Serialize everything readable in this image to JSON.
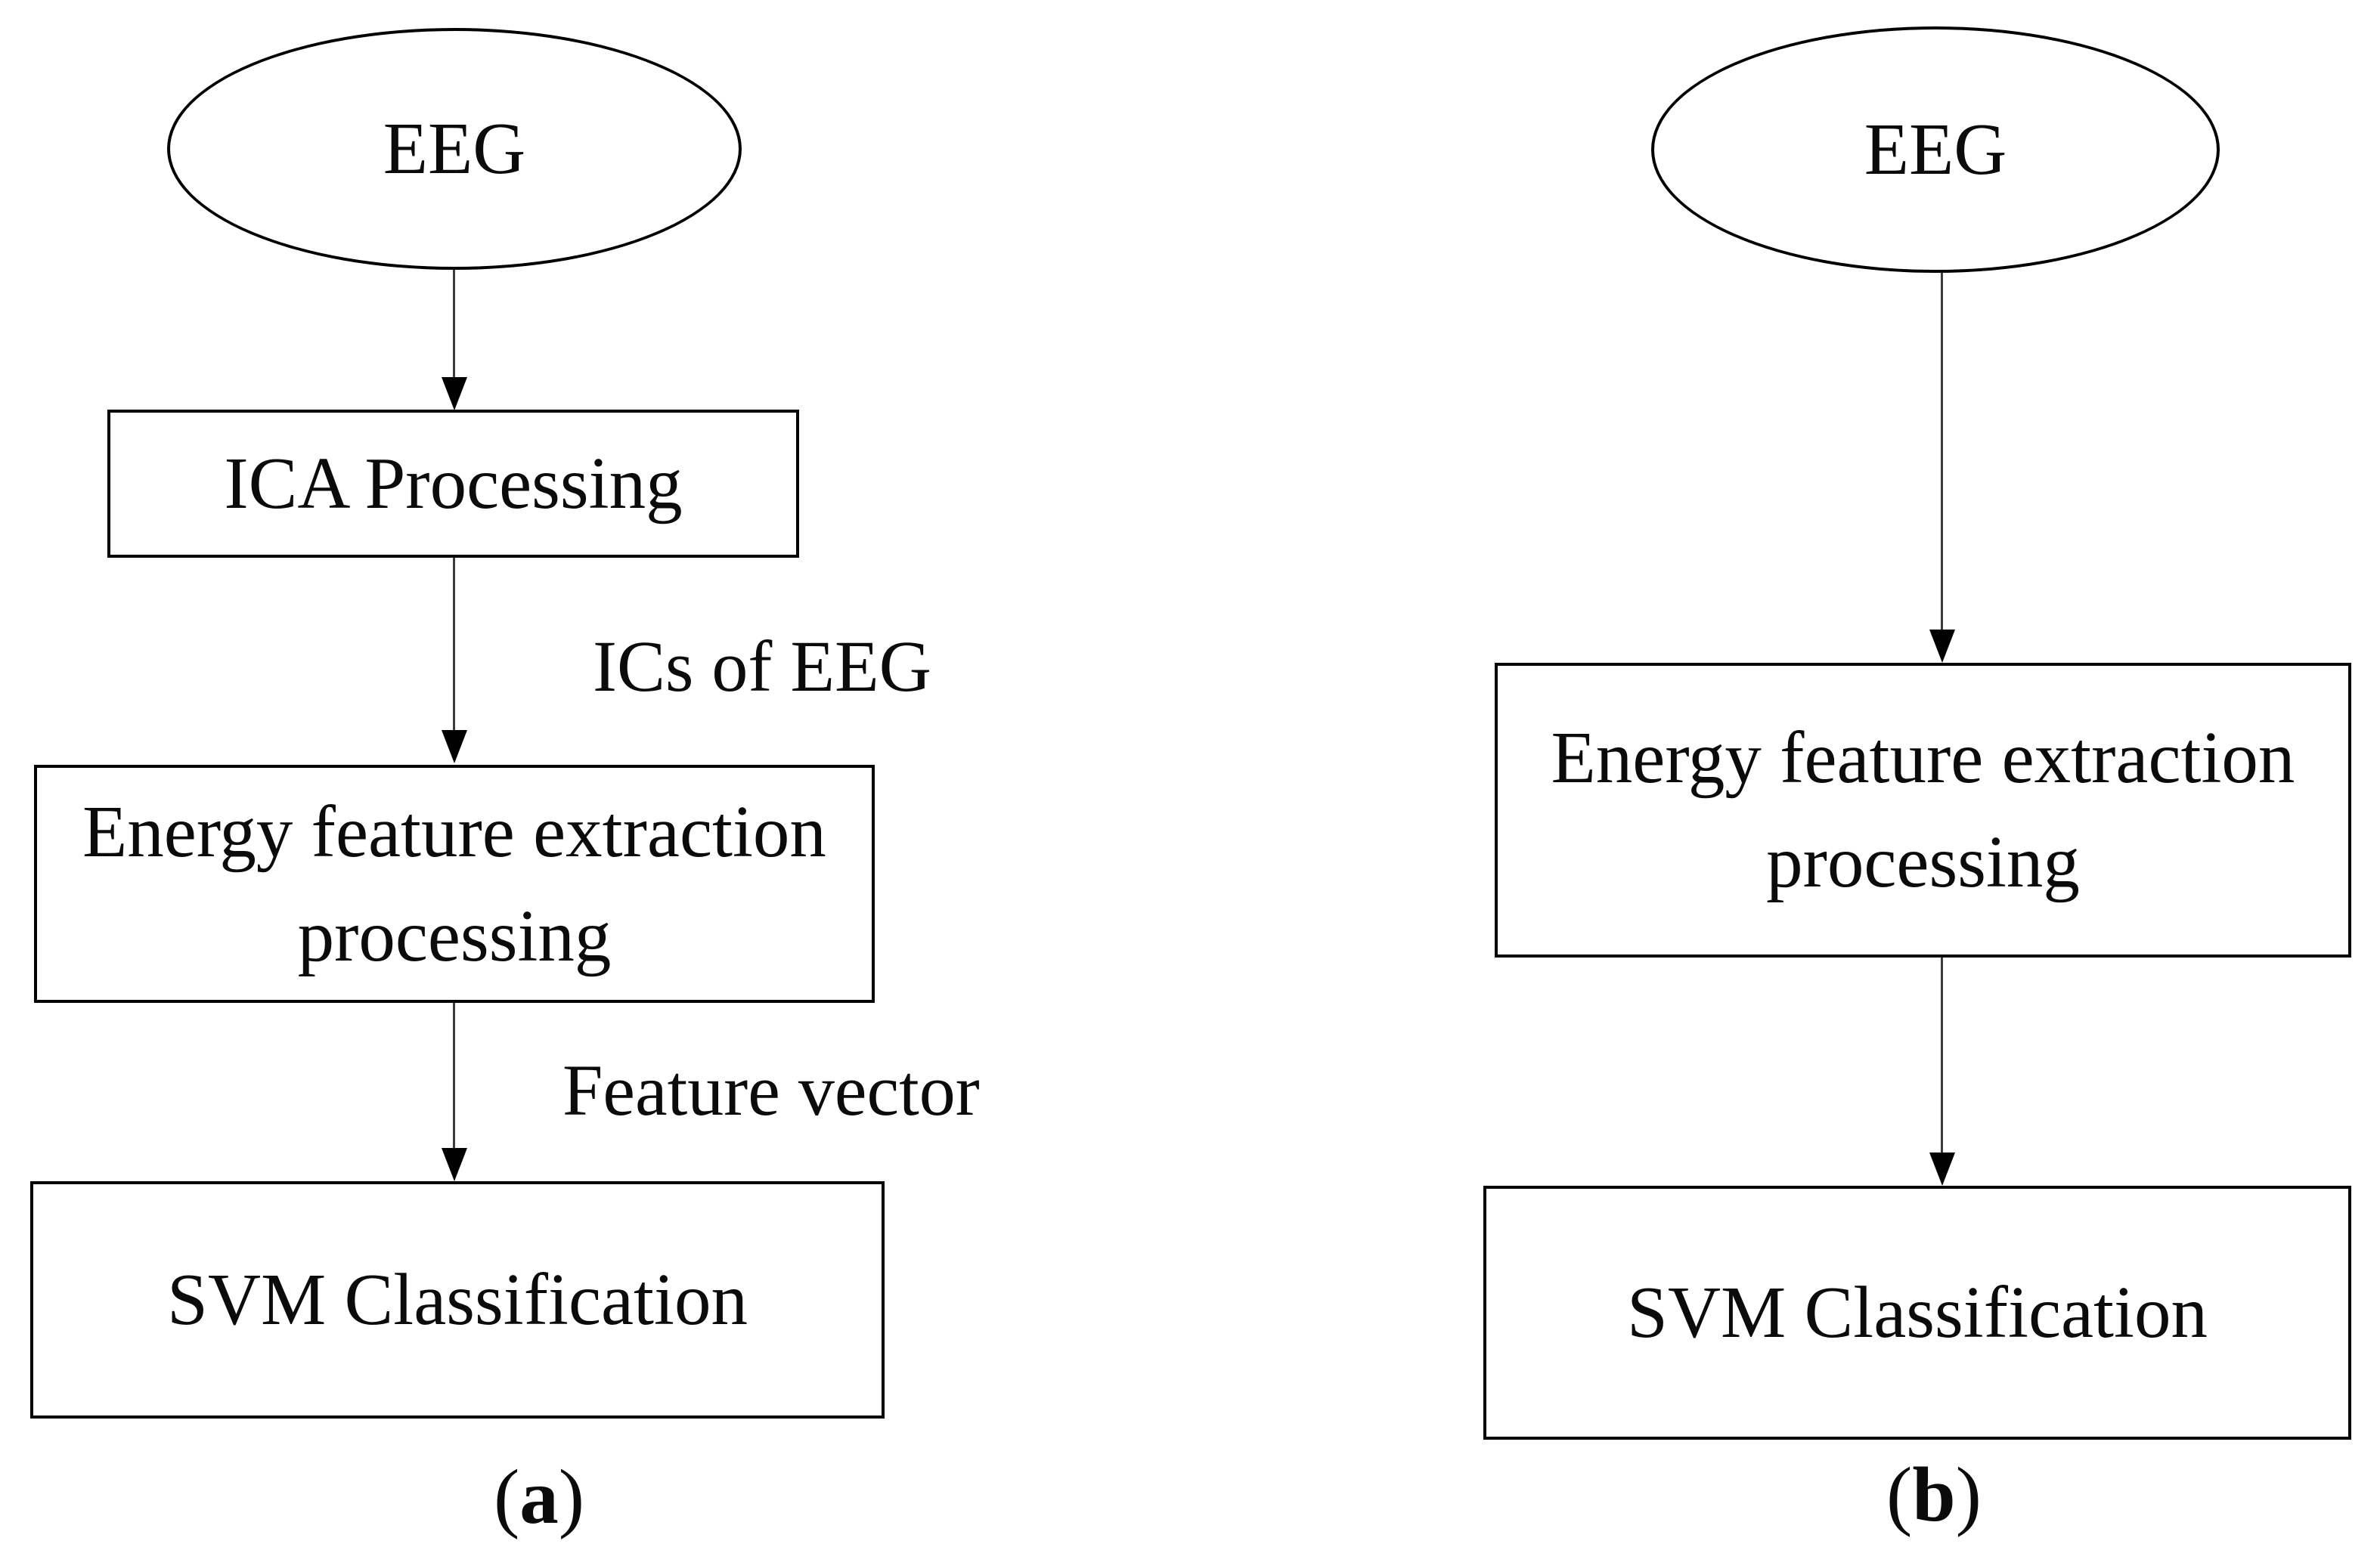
{
  "figure": {
    "colors": {
      "background": "#ffffff",
      "node_border": "#000000",
      "connector": "#3c3c3c",
      "arrowhead": "#000000",
      "text": "#0b0b0b"
    },
    "left_chart": {
      "nodes": {
        "eeg": "EEG",
        "ica": "ICA Processing",
        "energy": [
          "Energy feature extraction",
          "processing"
        ],
        "svm": "SVM Classification"
      },
      "edge_labels": {
        "ics": "ICs of EEG",
        "feature": "Feature vector"
      },
      "caption": {
        "open": "(",
        "letter": "a",
        "close": ")"
      }
    },
    "right_chart": {
      "nodes": {
        "eeg": "EEG",
        "energy": [
          "Energy feature extraction",
          "processing"
        ],
        "svm": "SVM Classification"
      },
      "caption": {
        "open": "(",
        "letter": "b",
        "close": ")"
      }
    }
  }
}
